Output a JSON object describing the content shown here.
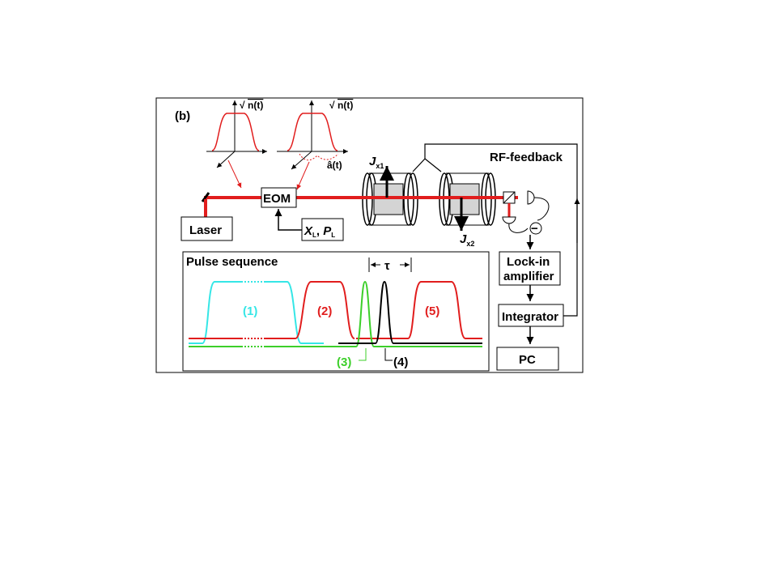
{
  "panel_label": "(b)",
  "colors": {
    "laser_beam": "#e11d1d",
    "pulse_red": "#e11d1d",
    "pulse_cyan": "#35e6e6",
    "pulse_green": "#3ccf2a",
    "pulse_black": "#000000"
  },
  "inset_left": {
    "axis_label_root": "n(t)",
    "axis_symbol": "√"
  },
  "inset_right": {
    "axis_label_root": "n(t)",
    "axis_symbol": "√",
    "operator_label": "â(t)"
  },
  "blocks": {
    "laser": "Laser",
    "eom": "EOM",
    "xp_input_x": "X",
    "xp_input_sub1": "L",
    "xp_input_sep": ", ",
    "xp_input_p": "P",
    "xp_input_sub2": "L",
    "lockin_line1": "Lock-in",
    "lockin_line2": "amplifier",
    "integrator": "Integrator",
    "pc": "PC"
  },
  "feedback_label": "RF-feedback",
  "spin_labels": {
    "j1_main": "J",
    "j1_sub": "x1",
    "j2_main": "J",
    "j2_sub": "x2"
  },
  "detector_minus": "−",
  "pulse_sequence": {
    "title": "Pulse sequence",
    "tau": "τ",
    "labels": [
      "(1)",
      "(2)",
      "(3)",
      "(4)",
      "(5)"
    ]
  }
}
